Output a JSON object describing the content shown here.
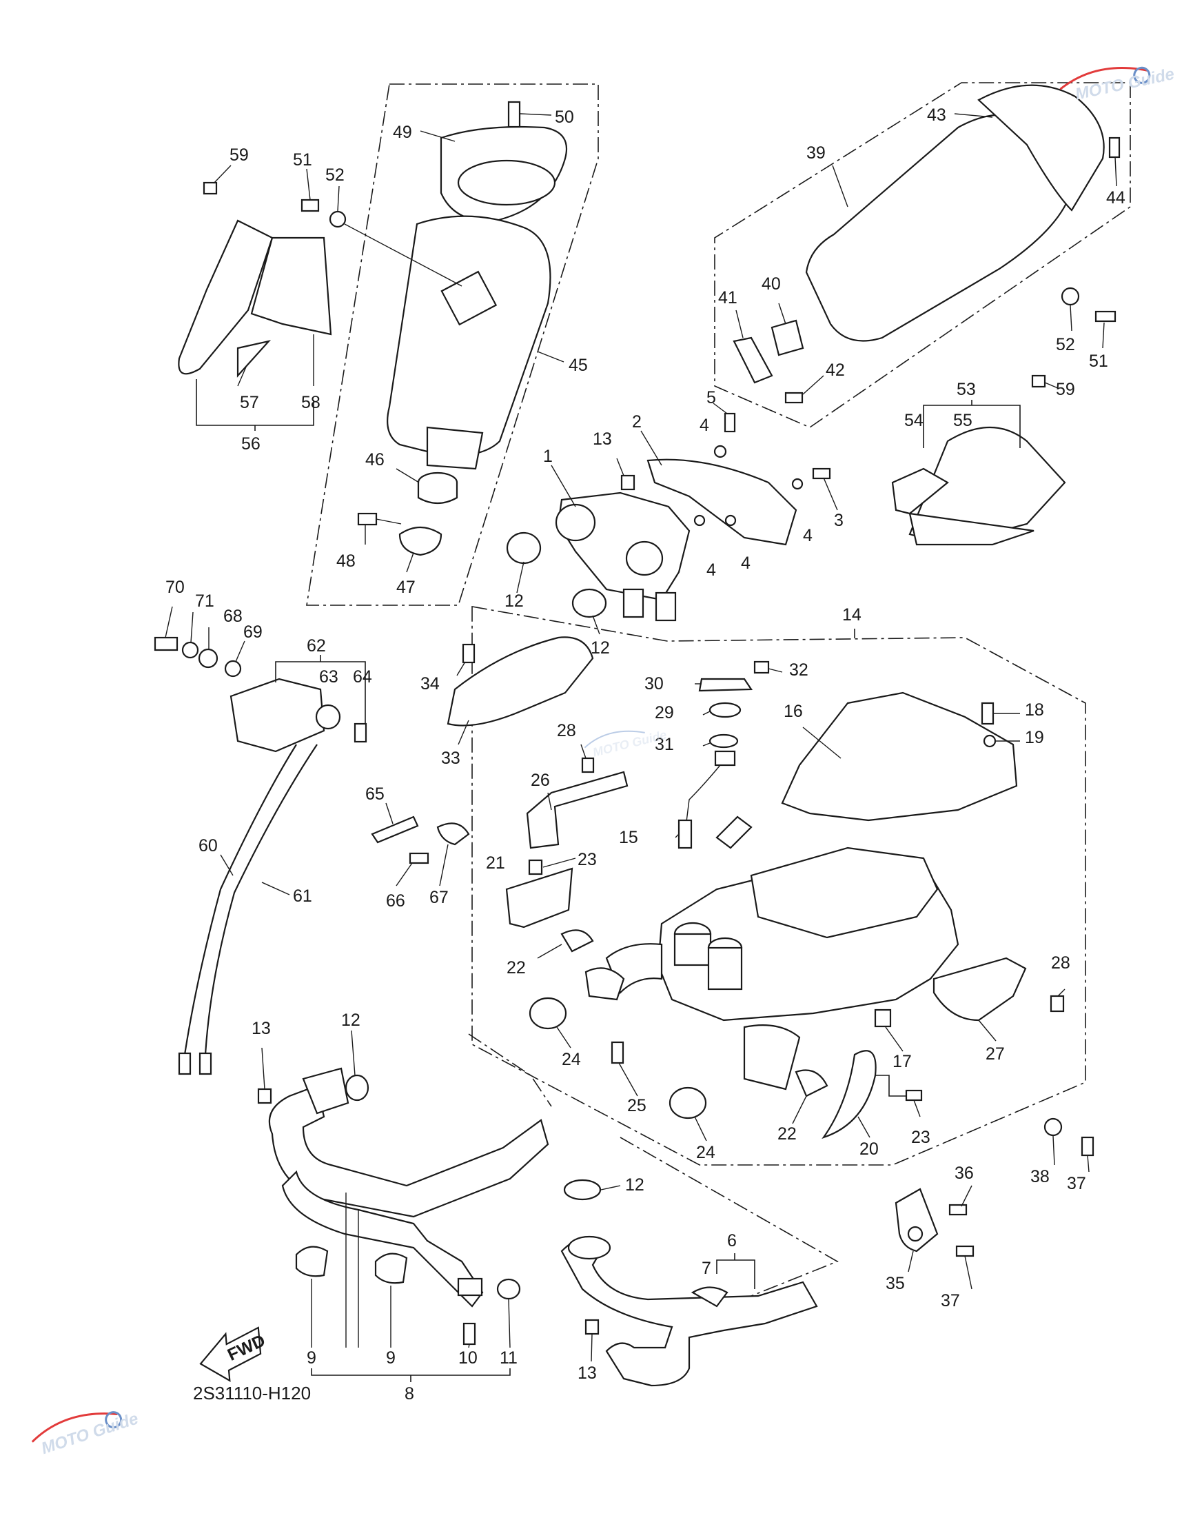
{
  "diagram_code": "2S31110-H120",
  "fwd_label": "FWD",
  "watermark": "MOTO Guide",
  "part_numbers": [
    "1",
    "2",
    "3",
    "4",
    "5",
    "6",
    "7",
    "8",
    "9",
    "10",
    "11",
    "12",
    "13",
    "14",
    "15",
    "16",
    "17",
    "18",
    "19",
    "20",
    "21",
    "22",
    "23",
    "24",
    "25",
    "26",
    "27",
    "28",
    "29",
    "30",
    "31",
    "32",
    "33",
    "34",
    "35",
    "36",
    "37",
    "38",
    "39",
    "40",
    "41",
    "42",
    "43",
    "44",
    "45",
    "46",
    "47",
    "48",
    "49",
    "50",
    "51",
    "52",
    "53",
    "54",
    "55",
    "56",
    "57",
    "58",
    "59",
    "60",
    "61",
    "62",
    "63",
    "64",
    "65",
    "66",
    "67",
    "68",
    "69",
    "70",
    "71"
  ],
  "colors": {
    "line": "#1a1a1a",
    "background": "#ffffff",
    "watermark_red": "#e23b3b",
    "watermark_blue": "#6a8fc8"
  }
}
